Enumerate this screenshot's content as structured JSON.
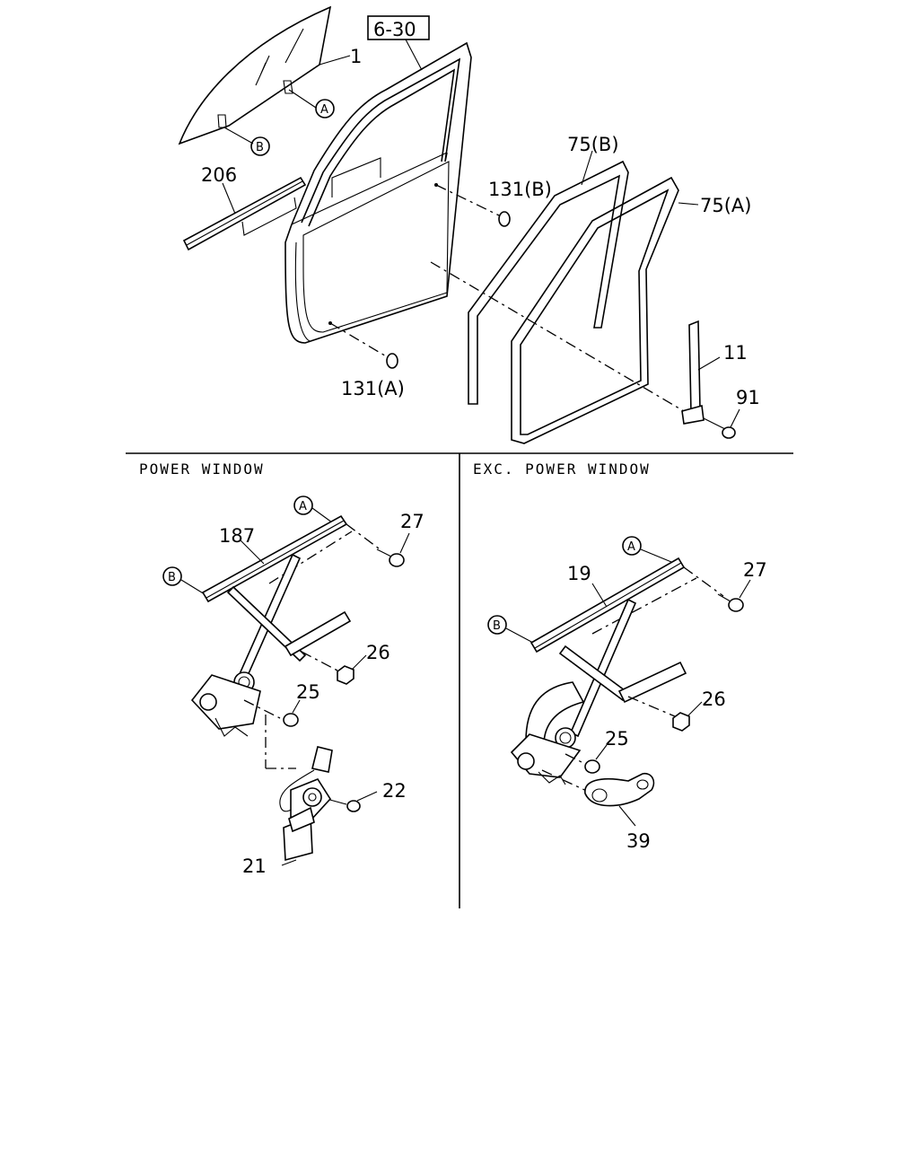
{
  "labels": {
    "ref_box": "6-30",
    "glass": "1",
    "glass_clip_a": "A",
    "glass_clip_b": "B",
    "run_channel": "206",
    "weatherstrip_b": "75(B)",
    "weatherstrip_a": "75(A)",
    "plug_b": "131(B)",
    "plug_a": "131(A)",
    "sash": "11",
    "sash_screw": "91"
  },
  "sections": {
    "power": {
      "heading": "POWER WINDOW",
      "callout_a": "A",
      "callout_b": "B",
      "regulator": "187",
      "bolt_27": "27",
      "nut_26": "26",
      "bolt_25": "25",
      "screw_22": "22",
      "motor_21": "21"
    },
    "manual": {
      "heading": "EXC. POWER WINDOW",
      "callout_a": "A",
      "callout_b": "B",
      "regulator": "19",
      "bolt_27": "27",
      "nut_26": "26",
      "bolt_25": "25",
      "handle_39": "39"
    }
  }
}
